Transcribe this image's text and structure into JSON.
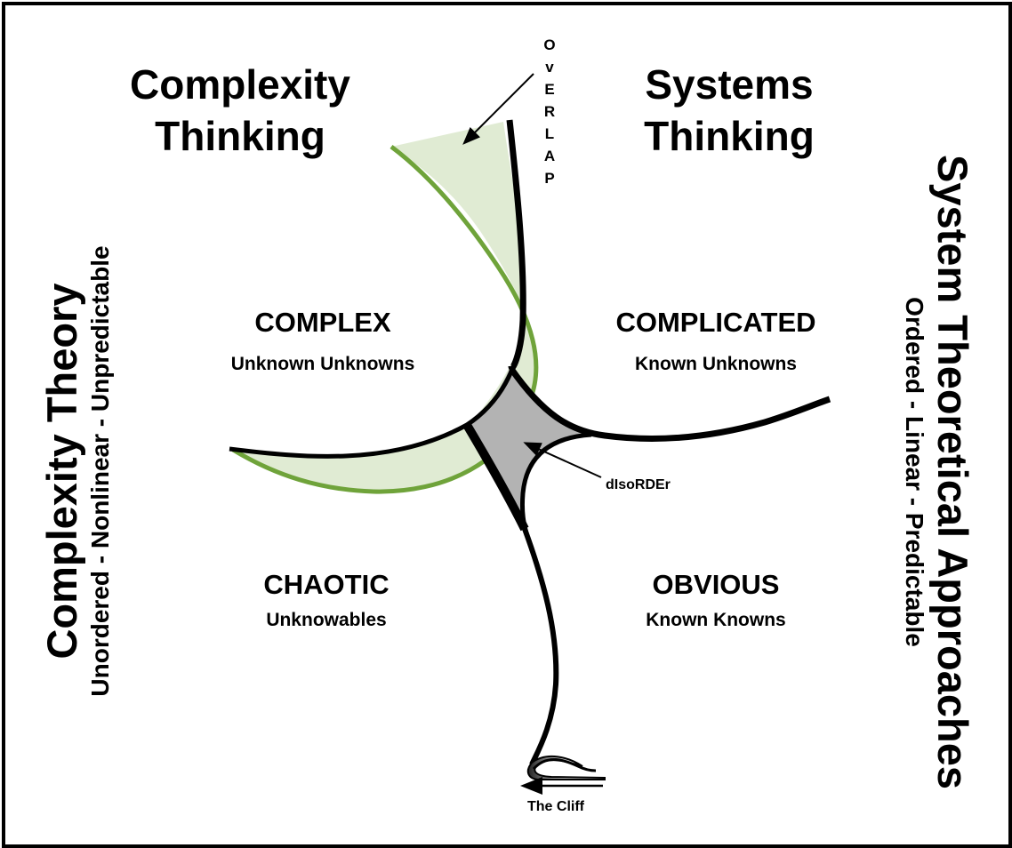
{
  "headings": {
    "complexity_thinking": [
      "Complexity",
      "Thinking"
    ],
    "systems_thinking": [
      "Systems",
      "Thinking"
    ]
  },
  "overlap_label": [
    "O",
    "v",
    "E",
    "R",
    "L",
    "A",
    "P"
  ],
  "domains": {
    "complex": {
      "title": "COMPLEX",
      "subtitle": "Unknown Unknowns"
    },
    "complicated": {
      "title": "COMPLICATED",
      "subtitle": "Known Unknowns"
    },
    "chaotic": {
      "title": "CHAOTIC",
      "subtitle": "Unknowables"
    },
    "obvious": {
      "title": "OBVIOUS",
      "subtitle": "Known Knowns"
    }
  },
  "center_label": "dIsoRDEr",
  "cliff_label": "The Cliff",
  "side_left": {
    "title": "Complexity Theory",
    "subtitle": "Unordered - Nonlinear - Unpredictable"
  },
  "side_right": {
    "title": "System Theoretical Approaches",
    "subtitle": "Ordered - Linear - Predictable"
  },
  "colors": {
    "overlap_fill": "#e0ebd3",
    "overlap_edge": "#6fa33a",
    "disorder_fill": "#b3b3b3",
    "line": "#000000"
  }
}
